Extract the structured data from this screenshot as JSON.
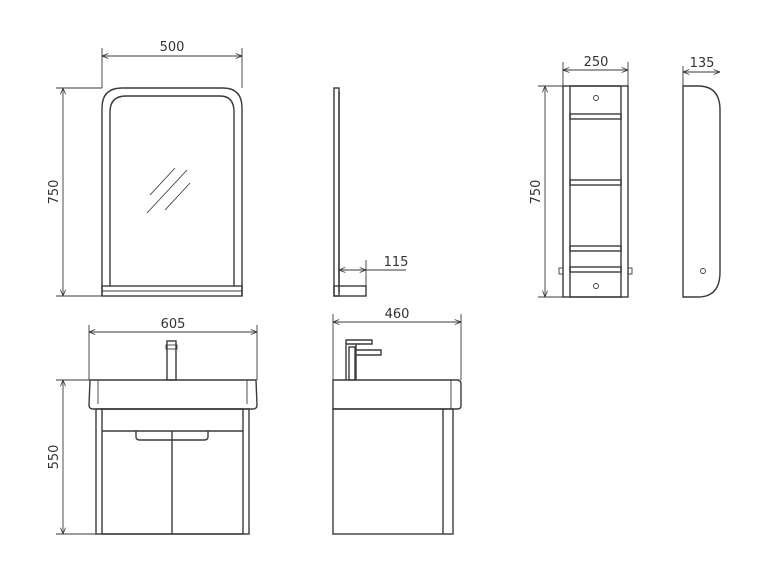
{
  "drawing": {
    "mirror_front": {
      "width_label": "500",
      "height_label": "750"
    },
    "mirror_side": {
      "depth_label": "115"
    },
    "cabinet_front": {
      "width_label": "250",
      "height_label": "750"
    },
    "cabinet_side": {
      "depth_label": "135"
    },
    "vanity_front": {
      "width_label": "605",
      "height_label": "550"
    },
    "vanity_side": {
      "depth_label": "460"
    }
  },
  "colors": {
    "line": "#3a3a3a",
    "background": "#ffffff"
  }
}
